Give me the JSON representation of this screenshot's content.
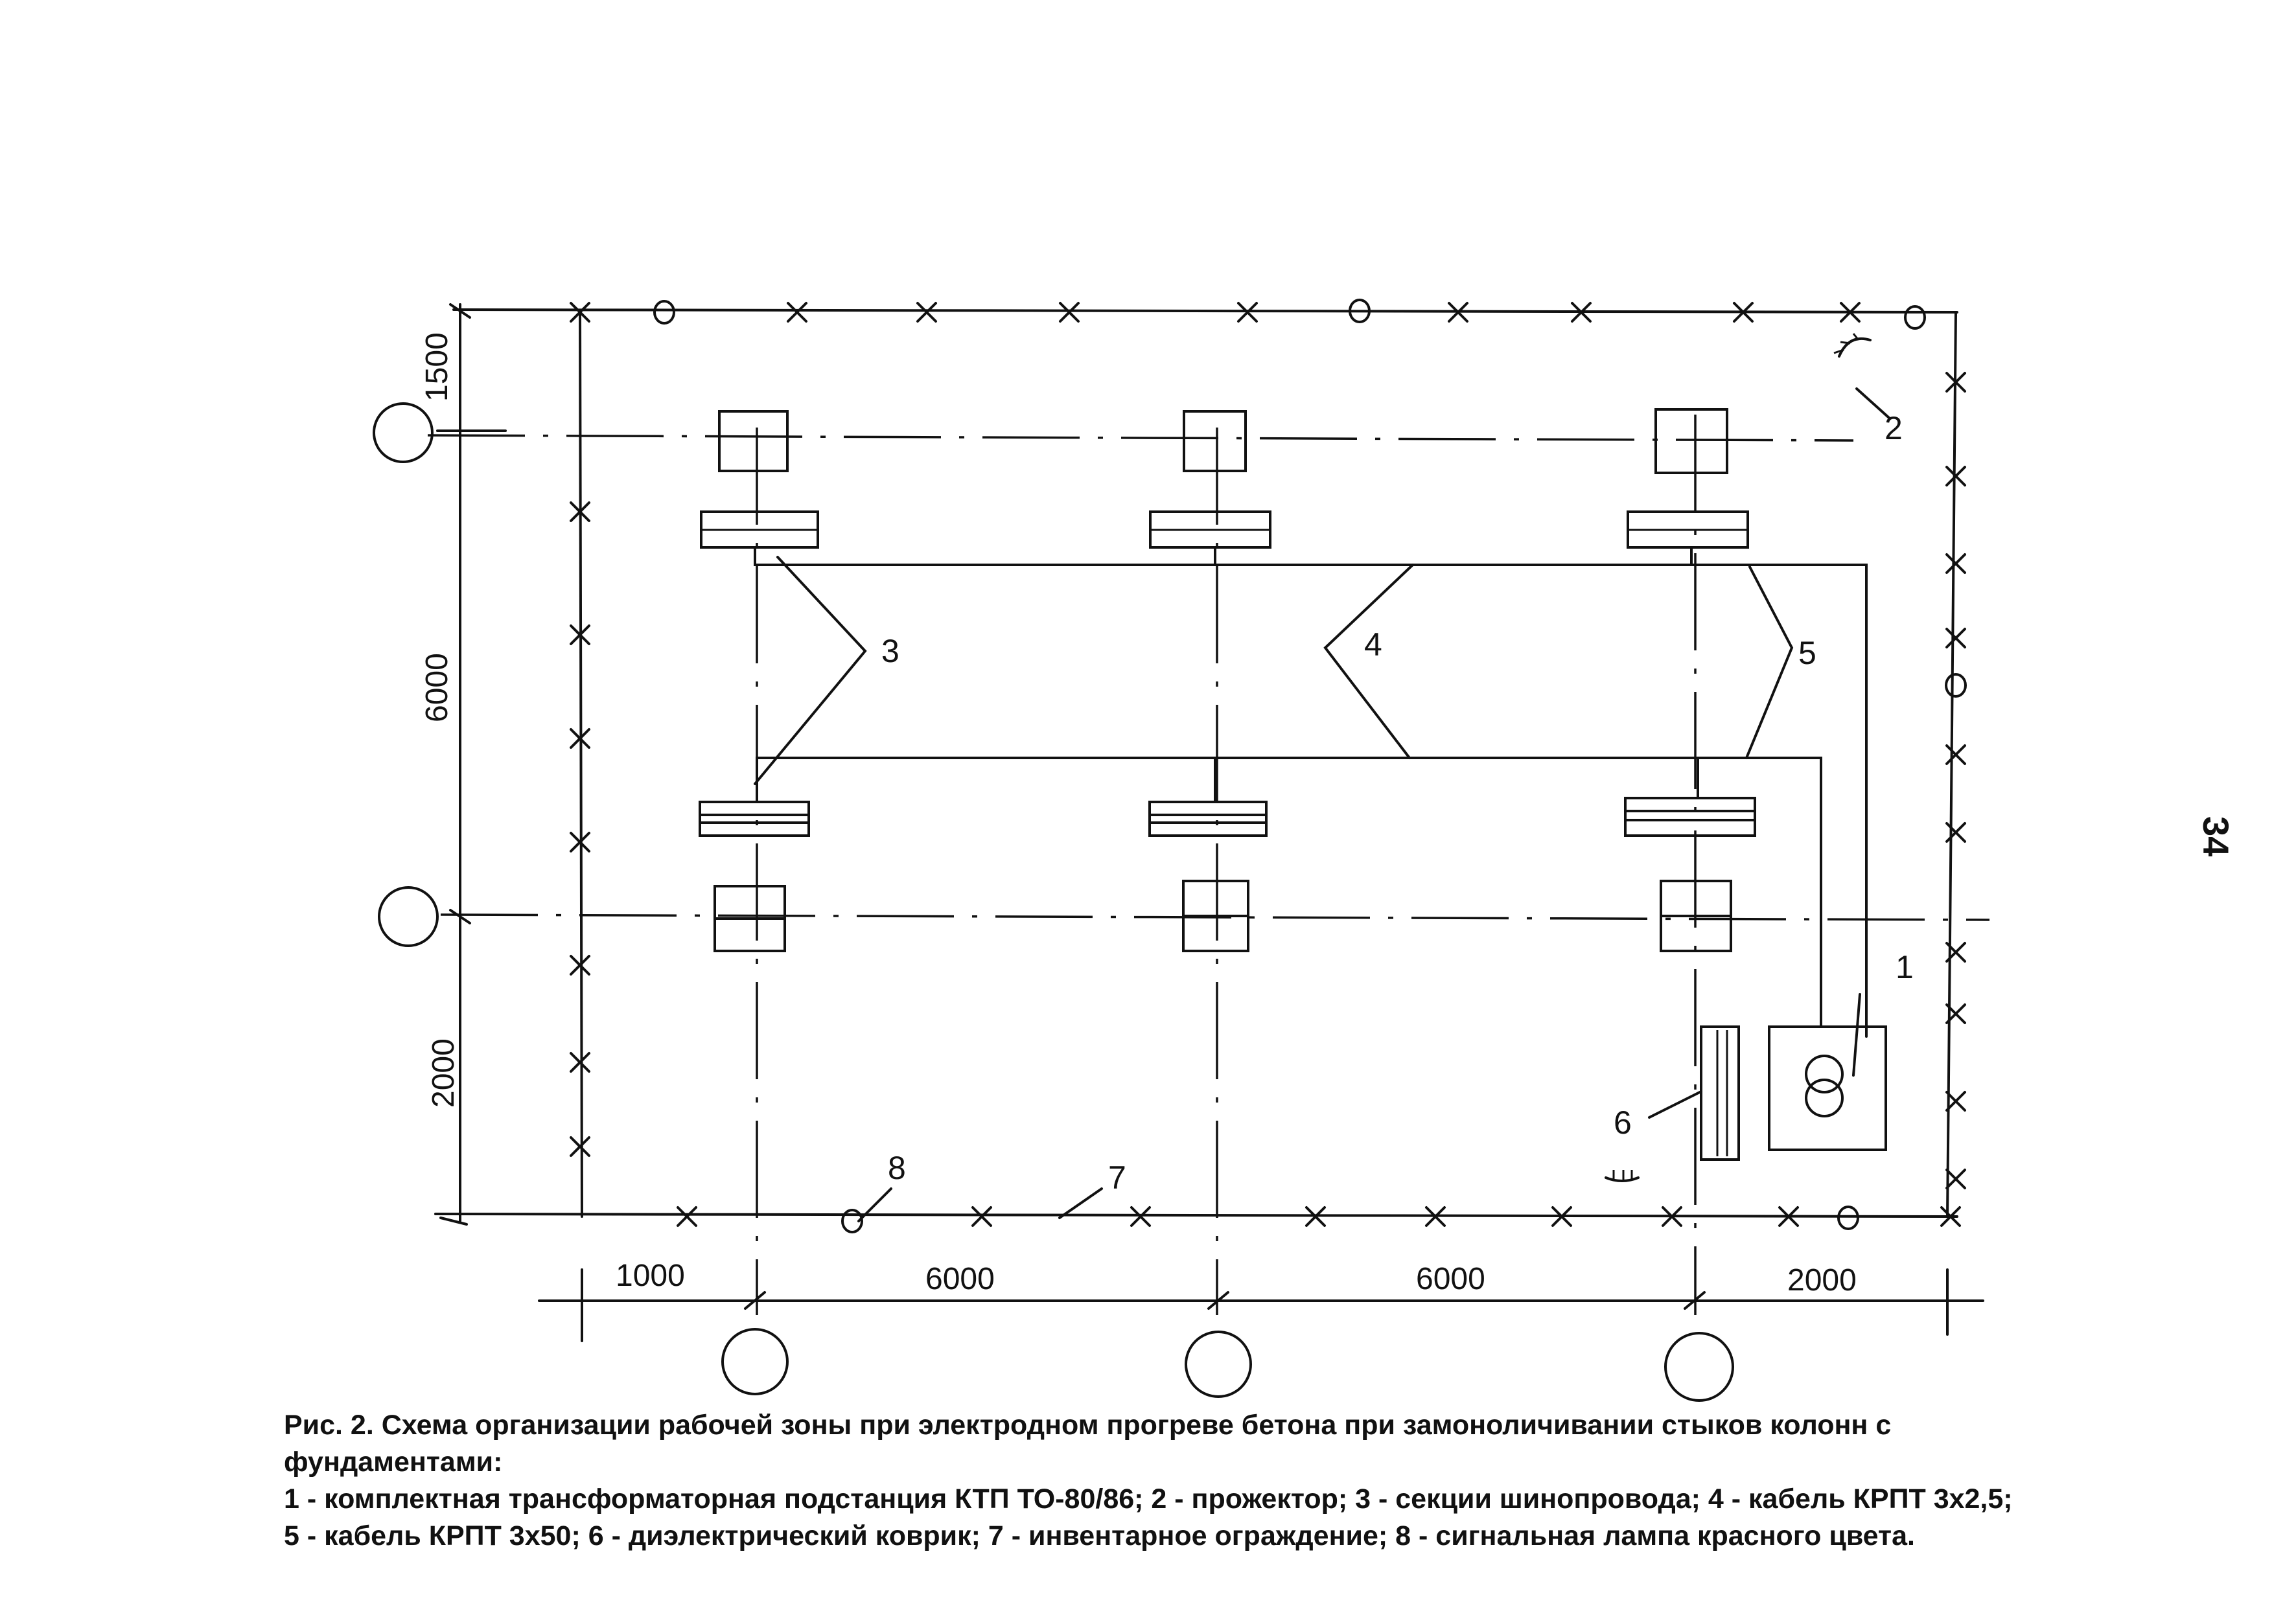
{
  "drawing": {
    "dimensions": {
      "horizontal": [
        "1000",
        "6000",
        "6000",
        "2000"
      ],
      "vertical": [
        "1500",
        "6000",
        "2000"
      ]
    },
    "callouts": [
      "1",
      "2",
      "3",
      "4",
      "5",
      "6",
      "7",
      "8"
    ],
    "page_number": "34"
  },
  "caption": {
    "line1": "Рис. 2. Схема организации рабочей зоны при электродном прогреве бетона при замоноличивании стыков колонн с",
    "line2": "фундаментами:",
    "line3": "1 - комплектная трансформаторная подстанция КТП ТО-80/86; 2 - прожектор; 3 - секции шинопровода; 4 - кабель КРПТ 3х2,5;",
    "line4": "5 - кабель КРПТ 3х50; 6 - диэлектрический коврик; 7 - инвентарное ограждение; 8 - сигнальная лампа красного цвета."
  }
}
